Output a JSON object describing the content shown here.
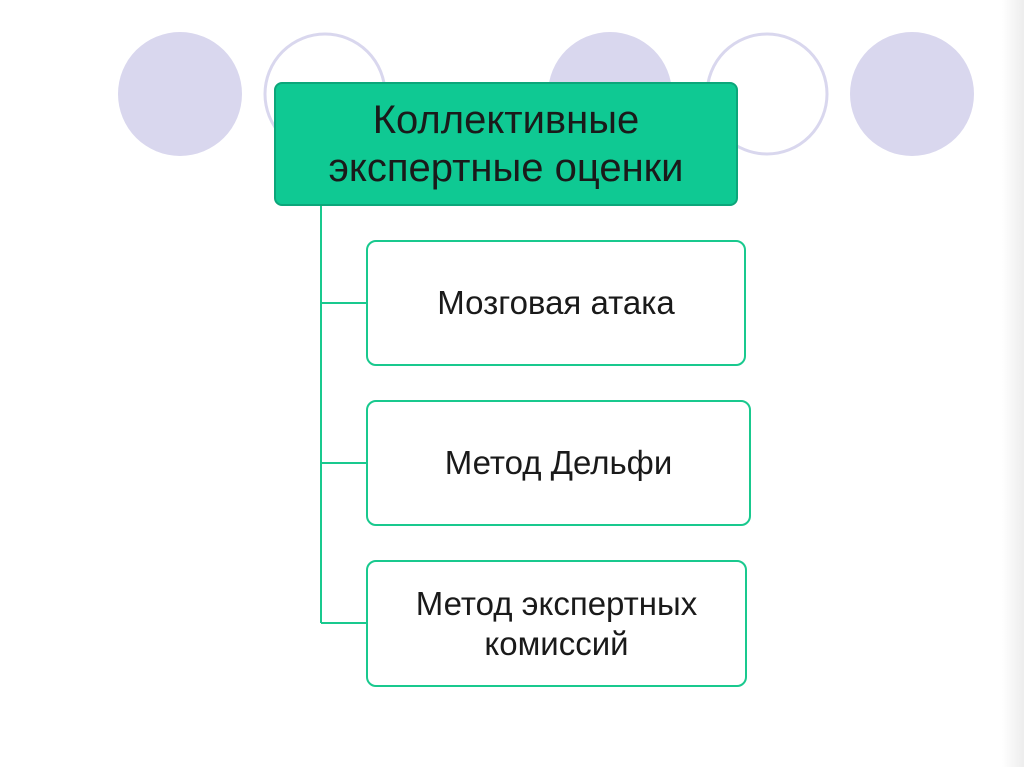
{
  "diagram": {
    "root": {
      "label": "Коллективные\nэкспертные оценки"
    },
    "children": [
      {
        "label": "Мозговая атака"
      },
      {
        "label": "Метод Дельфи"
      },
      {
        "label": "Метод экспертных\nкомиссий"
      }
    ]
  },
  "colors": {
    "root_fill": "#0fc993",
    "child_border": "#19c98e",
    "connector": "#19c98e",
    "circle_fill": "#d9d7ee",
    "circle_outline": "#d9d7ee"
  },
  "decorations": {
    "circles": [
      {
        "style": "filled"
      },
      {
        "style": "outline"
      },
      {
        "style": "filled"
      },
      {
        "style": "outline"
      },
      {
        "style": "filled"
      }
    ]
  }
}
